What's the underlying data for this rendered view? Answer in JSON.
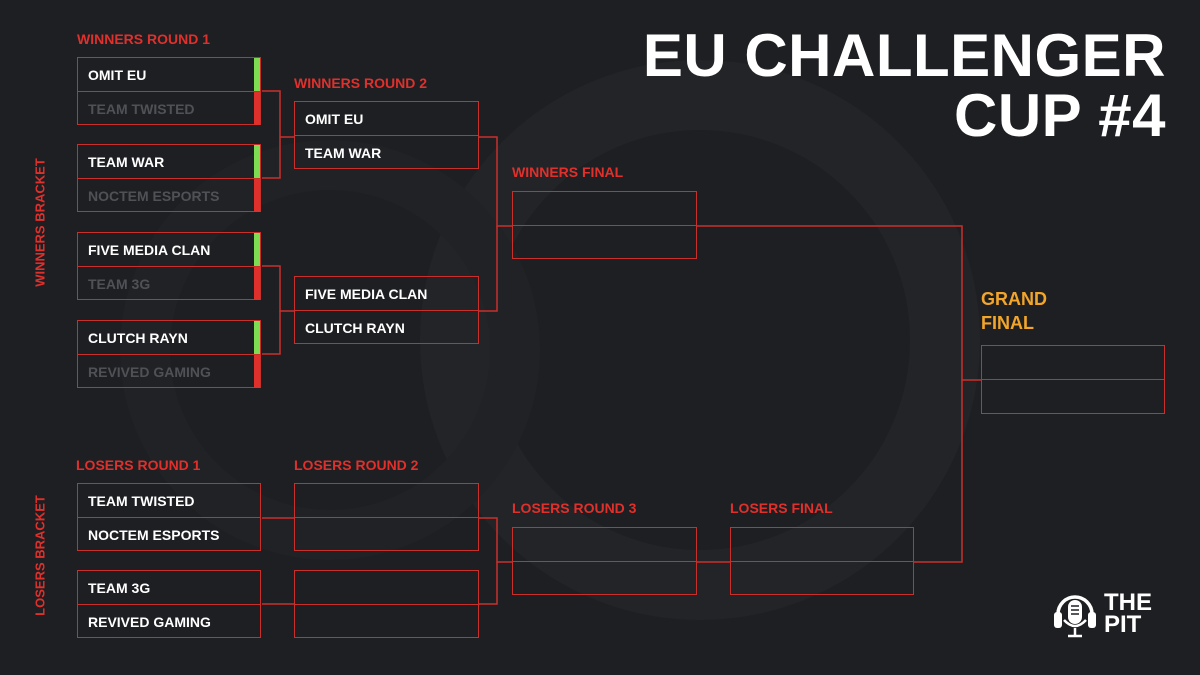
{
  "title": {
    "line1": "EU CHALLENGER",
    "line2": "CUP #4"
  },
  "side_labels": {
    "winners": "WINNERS BRACKET",
    "losers": "LOSERS BRACKET"
  },
  "round_labels": {
    "wr1": "WINNERS ROUND 1",
    "wr2": "WINNERS ROUND 2",
    "wf": "WINNERS FINAL",
    "gf_line1": "GRAND",
    "gf_line2": "FINAL",
    "lr1": "LOSERS ROUND 1",
    "lr2": "LOSERS ROUND 2",
    "lr3": "LOSERS ROUND 3",
    "lf": "LOSERS FINAL"
  },
  "winners_round_1": [
    {
      "team1": "OMIT EU",
      "team2": "TEAM TWISTED",
      "winner": 1
    },
    {
      "team1": "TEAM WAR",
      "team2": "NOCTEM ESPORTS",
      "winner": 1
    },
    {
      "team1": "FIVE MEDIA CLAN",
      "team2": "TEAM 3G",
      "winner": 1
    },
    {
      "team1": "CLUTCH RAYN",
      "team2": "REVIVED GAMING",
      "winner": 1
    }
  ],
  "winners_round_2": [
    {
      "team1": "OMIT EU",
      "team2": "TEAM WAR"
    },
    {
      "team1": "FIVE MEDIA CLAN",
      "team2": "CLUTCH RAYN"
    }
  ],
  "winners_final": {
    "team1": "",
    "team2": ""
  },
  "grand_final": {
    "team1": "",
    "team2": ""
  },
  "losers_round_1": [
    {
      "team1": "TEAM TWISTED",
      "team2": "NOCTEM ESPORTS"
    },
    {
      "team1": "TEAM 3G",
      "team2": "REVIVED GAMING"
    }
  ],
  "losers_round_2": [
    {
      "team1": "",
      "team2": ""
    },
    {
      "team1": "",
      "team2": ""
    }
  ],
  "losers_round_3": {
    "team1": "",
    "team2": ""
  },
  "losers_final": {
    "team1": "",
    "team2": ""
  },
  "logo": {
    "line1": "THE",
    "line2": "PIT"
  },
  "colors": {
    "accent": "#e0302c",
    "gold": "#f2a52b",
    "win": "#7ddc52",
    "background": "#1e1f22"
  }
}
